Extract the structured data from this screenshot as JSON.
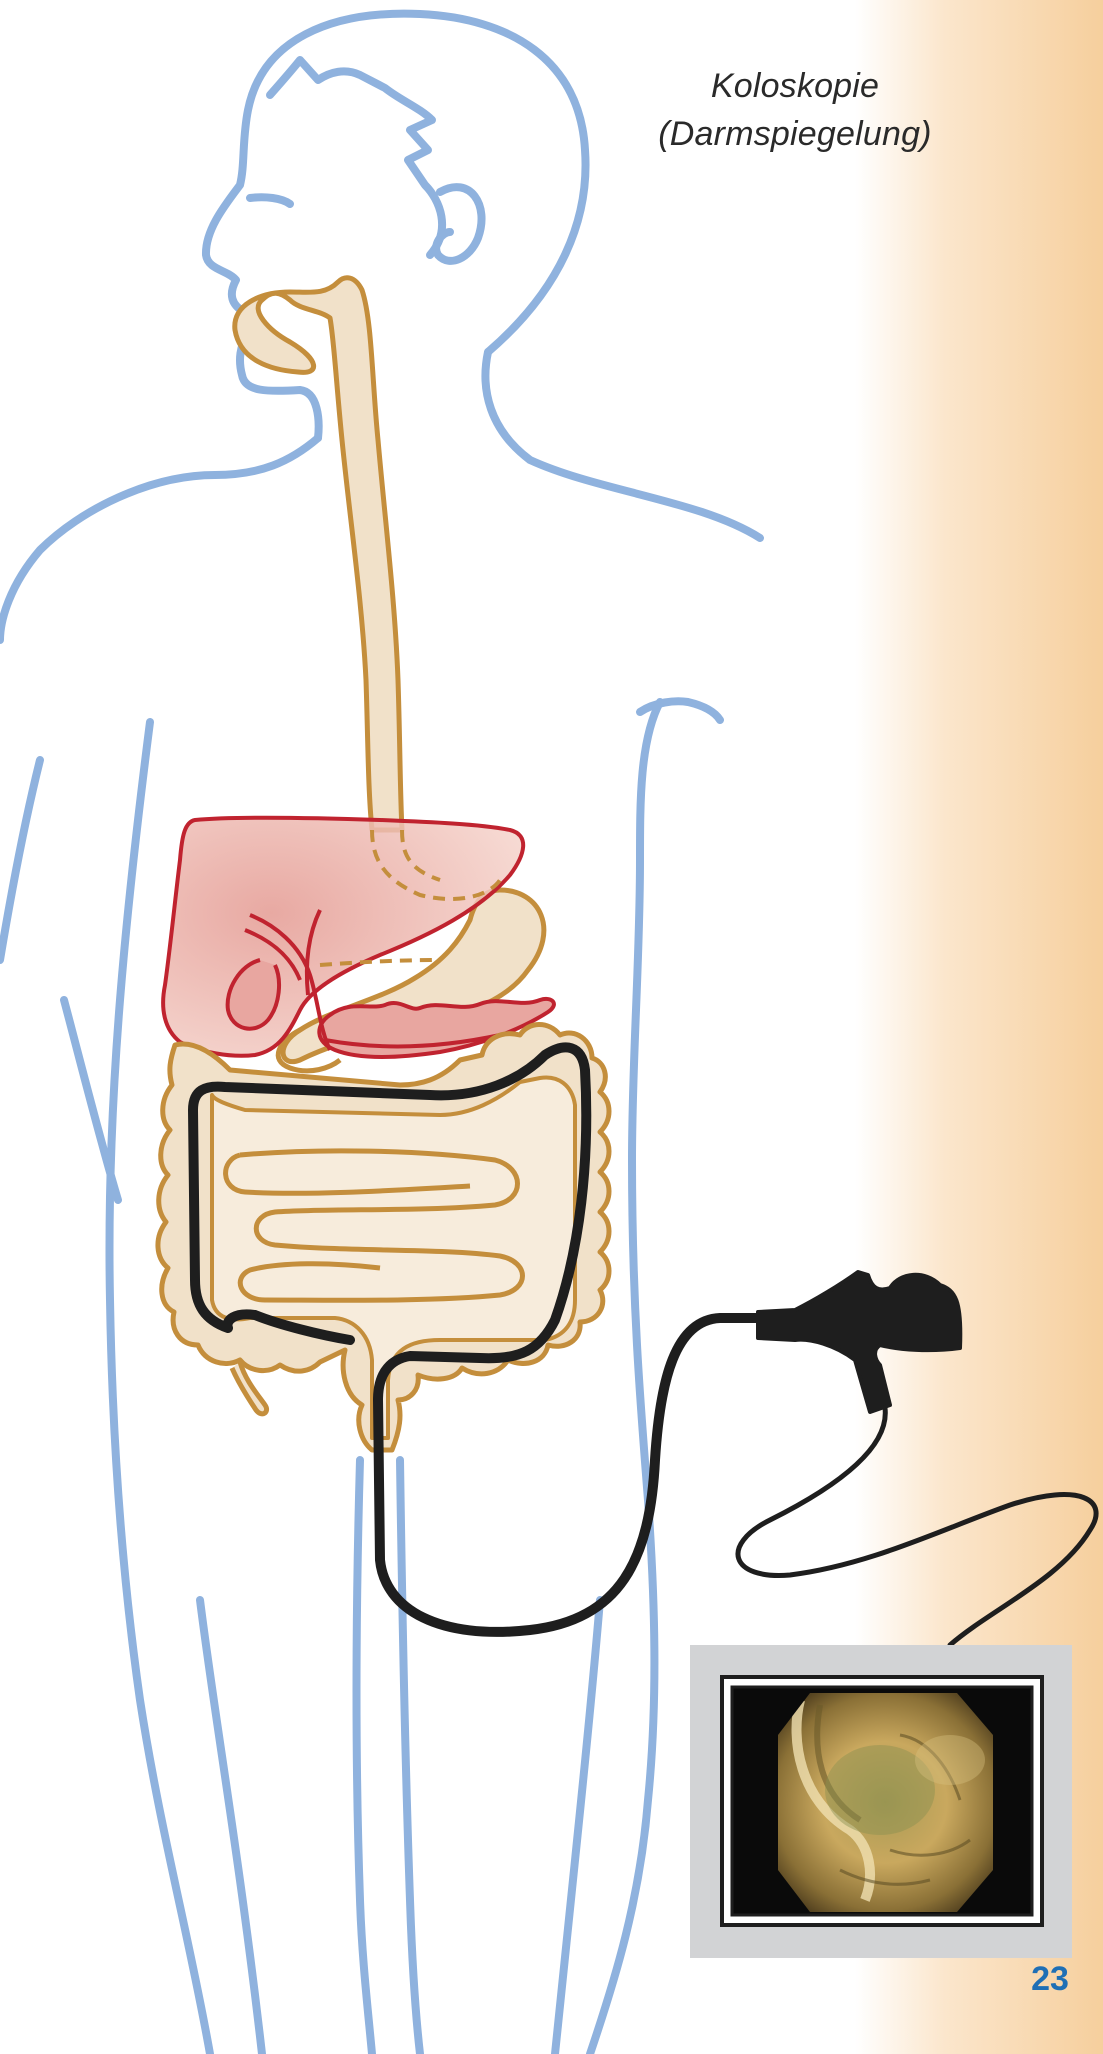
{
  "caption": {
    "line1": "Koloskopie",
    "line2": "(Darmspiegelung)"
  },
  "page_number": "23",
  "colors": {
    "body_outline": "#8fb2de",
    "digestive_outline": "#c48e3c",
    "digestive_fill": "#f1e1c9",
    "liver_outline": "#c0232f",
    "liver_fill": "#e8a6a0",
    "scope": "#1e1e1e",
    "monitor_frame": "#d2d3d5",
    "text": "#2a2a2a",
    "page_number": "#1f6fb5",
    "side_band": "#f6cf9d"
  }
}
